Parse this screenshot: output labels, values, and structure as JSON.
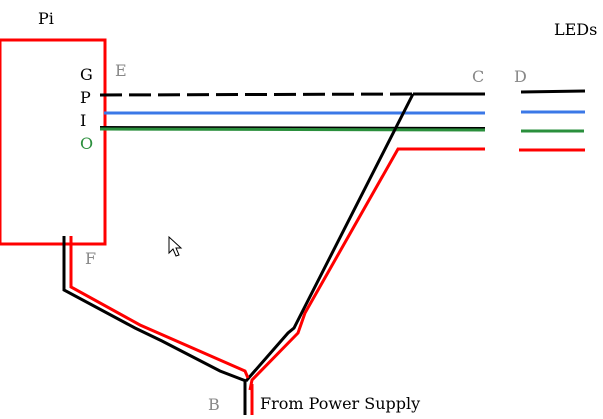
{
  "labels": {
    "pi": "Pi",
    "leds": "LEDs",
    "gpio_g": "G",
    "gpio_p": "P",
    "gpio_i": "I",
    "gpio_o": "O",
    "point_e": "E",
    "point_c": "C",
    "point_d": "D",
    "point_f": "F",
    "point_b": "B",
    "power_supply": "From Power Supply"
  },
  "colors": {
    "black_wire": "#000000",
    "red_wire": "#ff0000",
    "blue_wire": "#3b78e7",
    "green_wire": "#2a8f3c",
    "pi_box": "#ff0000",
    "point_letter": "#888888",
    "gpio_o_letter": "#2a8f3c"
  },
  "icons": {
    "cursor": "mouse-pointer-icon"
  }
}
